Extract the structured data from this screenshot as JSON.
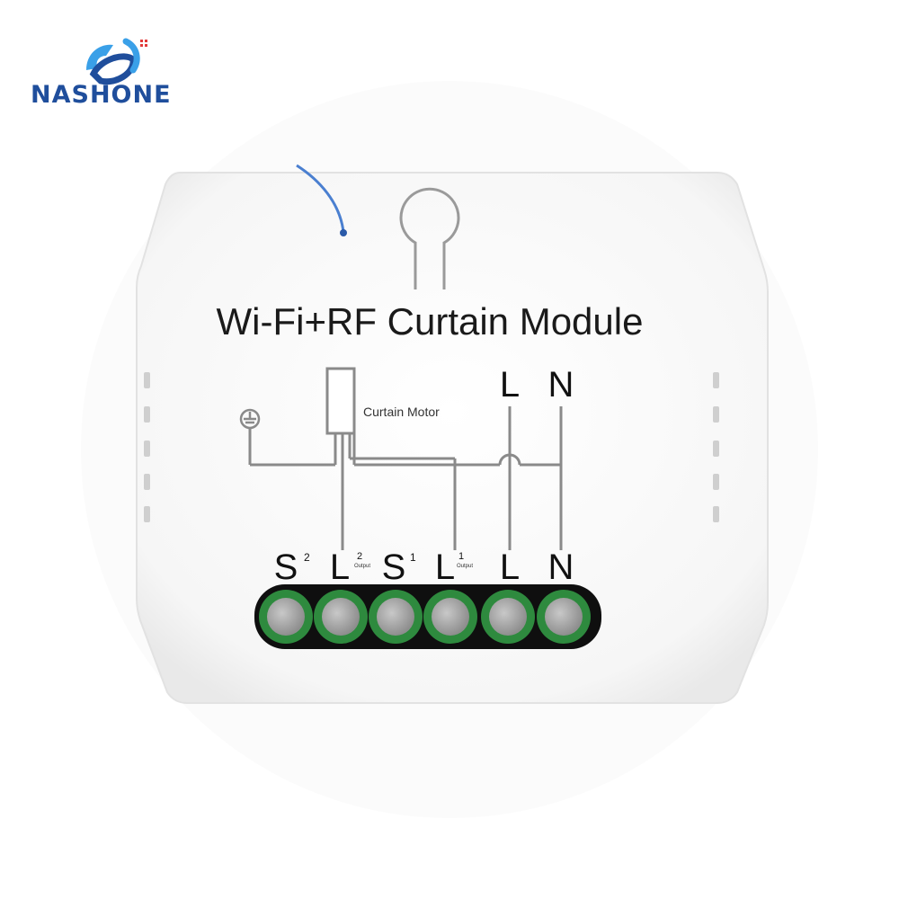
{
  "brand": {
    "name": "NASHONE",
    "logo_icon": "nashone-swirl-logo",
    "color": "#1f4e9c",
    "accent": "#3aa0e8",
    "dot_color": "#e23a3a"
  },
  "device": {
    "title": "Wi-Fi+RF Curtain Module",
    "motor_label": "Curtain Motor",
    "ground_icon": "ground-icon",
    "power_labels": {
      "live": "L",
      "neutral": "N"
    },
    "terminals": [
      {
        "main": "S",
        "sup": "2",
        "sub": ""
      },
      {
        "main": "L",
        "sup": "2",
        "sub": "Output"
      },
      {
        "main": "S",
        "sup": "1",
        "sub": ""
      },
      {
        "main": "L",
        "sup": "1",
        "sub": "Output"
      },
      {
        "main": "L",
        "sup": "",
        "sub": ""
      },
      {
        "main": "N",
        "sup": "",
        "sub": ""
      }
    ],
    "colors": {
      "body": "#f7f7f7",
      "body_edge": "#e2e2e2",
      "terminal_strip": "#0f0f0f",
      "terminal_ring": "#2e8a3e",
      "screw": "#9a9a9a",
      "antenna_wire": "#4a7fd0",
      "line": "#8a8a8a"
    }
  }
}
